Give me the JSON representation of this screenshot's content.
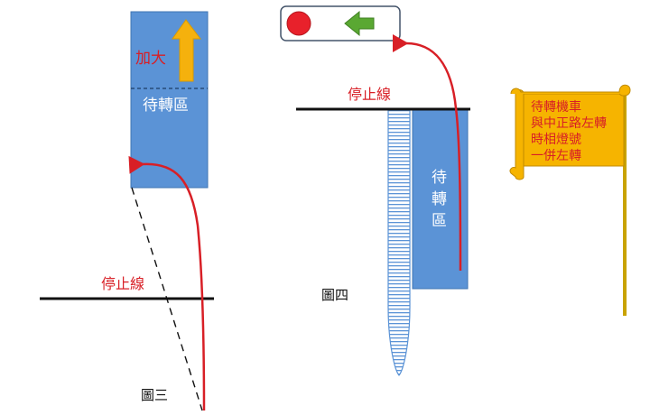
{
  "figure3": {
    "enlarge_label": "加大",
    "waiting_zone_label": "待轉區",
    "stop_line_label": "停止線",
    "caption": "圖三"
  },
  "figure4": {
    "stop_line_label": "停止線",
    "waiting_zone_label_lines": [
      "待",
      "轉",
      "區"
    ],
    "caption": "圖四"
  },
  "signal": {
    "light_color": "#e8212b",
    "arrow_color": "#5aa832",
    "arrow_icon": "left-arrow-icon"
  },
  "flag": {
    "lines": [
      "待轉機車",
      "與中正路左轉",
      "時相燈號",
      "一併左轉"
    ]
  },
  "colors": {
    "zone_fill": "#5b93d6",
    "zone_stroke": "#3f74b3",
    "turn_path": "#d81f26",
    "flag_fill": "#f6b400",
    "label_red": "#d81f26",
    "yellow_arrow": "#f5b10d"
  }
}
